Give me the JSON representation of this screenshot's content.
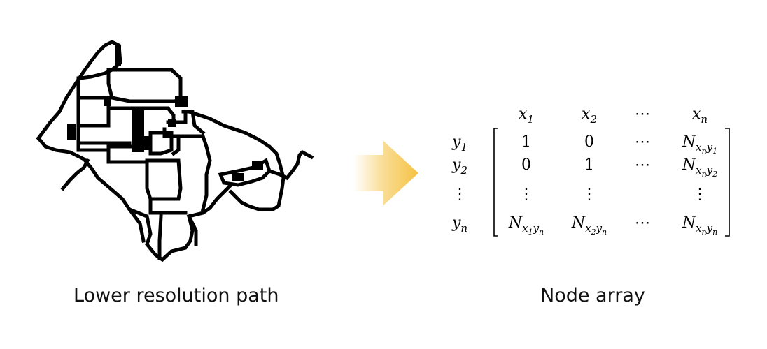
{
  "left_caption": "Lower resolution path",
  "right_caption": "Node array",
  "arrow_color": "#f5c242",
  "matrix": {
    "col_headers": [
      {
        "base": "x",
        "sub": "1"
      },
      {
        "base": "x",
        "sub": "2"
      },
      {
        "base": "⋯",
        "sub": ""
      },
      {
        "base": "x",
        "sub": "n"
      }
    ],
    "row_headers": [
      {
        "base": "y",
        "sub": "1"
      },
      {
        "base": "y",
        "sub": "2"
      },
      {
        "base": "⋮",
        "sub": ""
      },
      {
        "base": "y",
        "sub": "n"
      }
    ],
    "cells": [
      [
        {
          "base": "1",
          "sub": ""
        },
        {
          "base": "0",
          "sub": ""
        },
        {
          "base": "⋯",
          "sub": ""
        },
        {
          "base": "N",
          "sub": "x",
          "subsub": "n",
          "sub2": "y",
          "sub2sub": "1"
        }
      ],
      [
        {
          "base": "0",
          "sub": ""
        },
        {
          "base": "1",
          "sub": ""
        },
        {
          "base": "⋯",
          "sub": ""
        },
        {
          "base": "N",
          "sub": "x",
          "subsub": "n",
          "sub2": "y",
          "sub2sub": "2"
        }
      ],
      [
        {
          "base": "⋮",
          "sub": ""
        },
        {
          "base": "⋮",
          "sub": ""
        },
        {
          "base": "",
          "sub": ""
        },
        {
          "base": "⋮",
          "sub": ""
        }
      ],
      [
        {
          "base": "N",
          "sub": "x",
          "subsub": "1",
          "sub2": "y",
          "sub2sub": "n"
        },
        {
          "base": "N",
          "sub": "x",
          "subsub": "2",
          "sub2": "y",
          "sub2sub": "n"
        },
        {
          "base": "⋯",
          "sub": ""
        },
        {
          "base": "N",
          "sub": "x",
          "subsub": "n",
          "sub2": "y",
          "sub2sub": "n"
        }
      ]
    ]
  }
}
